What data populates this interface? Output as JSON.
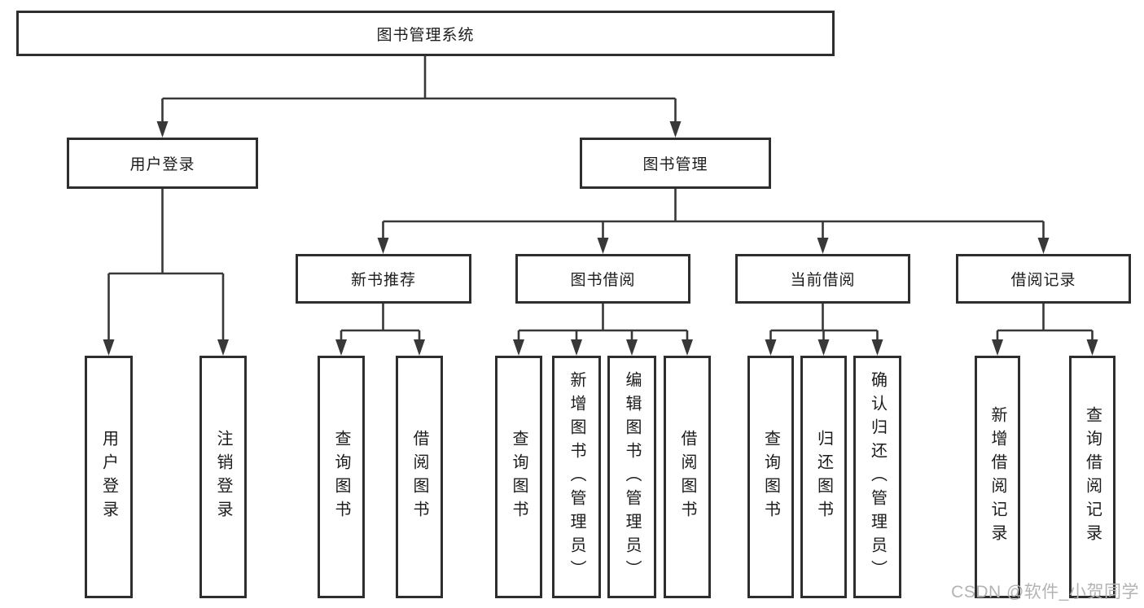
{
  "diagram": {
    "title": "图书管理系统",
    "type": "hierarchy-tree",
    "nodes": {
      "root": "图书管理系统",
      "l2": [
        "用户登录",
        "图书管理"
      ],
      "l3": [
        "新书推荐",
        "图书借阅",
        "当前借阅",
        "借阅记录"
      ],
      "l4_user": [
        "用户登录",
        "注销登录"
      ],
      "l4_newbook": [
        "查询图书",
        "借阅图书"
      ],
      "l4_borrow": [
        "查询图书",
        "新增图书（管理员）",
        "编辑图书（管理员）",
        "借阅图书"
      ],
      "l4_current": [
        "查询图书",
        "归还图书",
        "确认归还（管理员）"
      ],
      "l4_records": [
        "新增借阅记录",
        "查询借阅记录"
      ]
    },
    "edges": [
      {
        "from": "图书管理系统",
        "to": [
          "用户登录",
          "图书管理"
        ]
      },
      {
        "from": "用户登录",
        "to": [
          "用户登录",
          "注销登录"
        ]
      },
      {
        "from": "图书管理",
        "to": [
          "新书推荐",
          "图书借阅",
          "当前借阅",
          "借阅记录"
        ]
      },
      {
        "from": "新书推荐",
        "to": [
          "查询图书",
          "借阅图书"
        ]
      },
      {
        "from": "图书借阅",
        "to": [
          "查询图书",
          "新增图书（管理员）",
          "编辑图书（管理员）",
          "借阅图书"
        ]
      },
      {
        "from": "当前借阅",
        "to": [
          "查询图书",
          "归还图书",
          "确认归还（管理员）"
        ]
      },
      {
        "from": "借阅记录",
        "to": [
          "新增借阅记录",
          "查询借阅记录"
        ]
      }
    ],
    "colors": {
      "line": "#383838",
      "box_border": "#2e2e2e",
      "box_fill": "#ffffff",
      "text": "#1c1c1c",
      "watermark_text": "#b3b3b3"
    }
  },
  "watermark": "CSDN @软件_小贺同学"
}
